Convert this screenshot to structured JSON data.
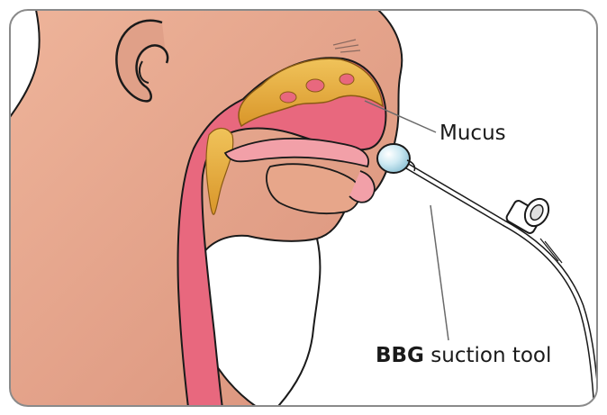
{
  "labels": {
    "mucus": "Mucus",
    "tool_brand": "BBG",
    "tool_rest": " suction tool"
  },
  "colors": {
    "skin": "#e7a68a",
    "skin_shadow": "#d98f73",
    "tissue_pink": "#e8687e",
    "mucus_yellow": "#e3a83a",
    "bulb_blue": "#bfe3ef",
    "frame_border": "#8a8a8a",
    "outline": "#1a1a1a"
  },
  "icons": [
    "ear-icon",
    "eye-lashes-icon",
    "suction-bulb-icon",
    "suction-tube-icon"
  ]
}
